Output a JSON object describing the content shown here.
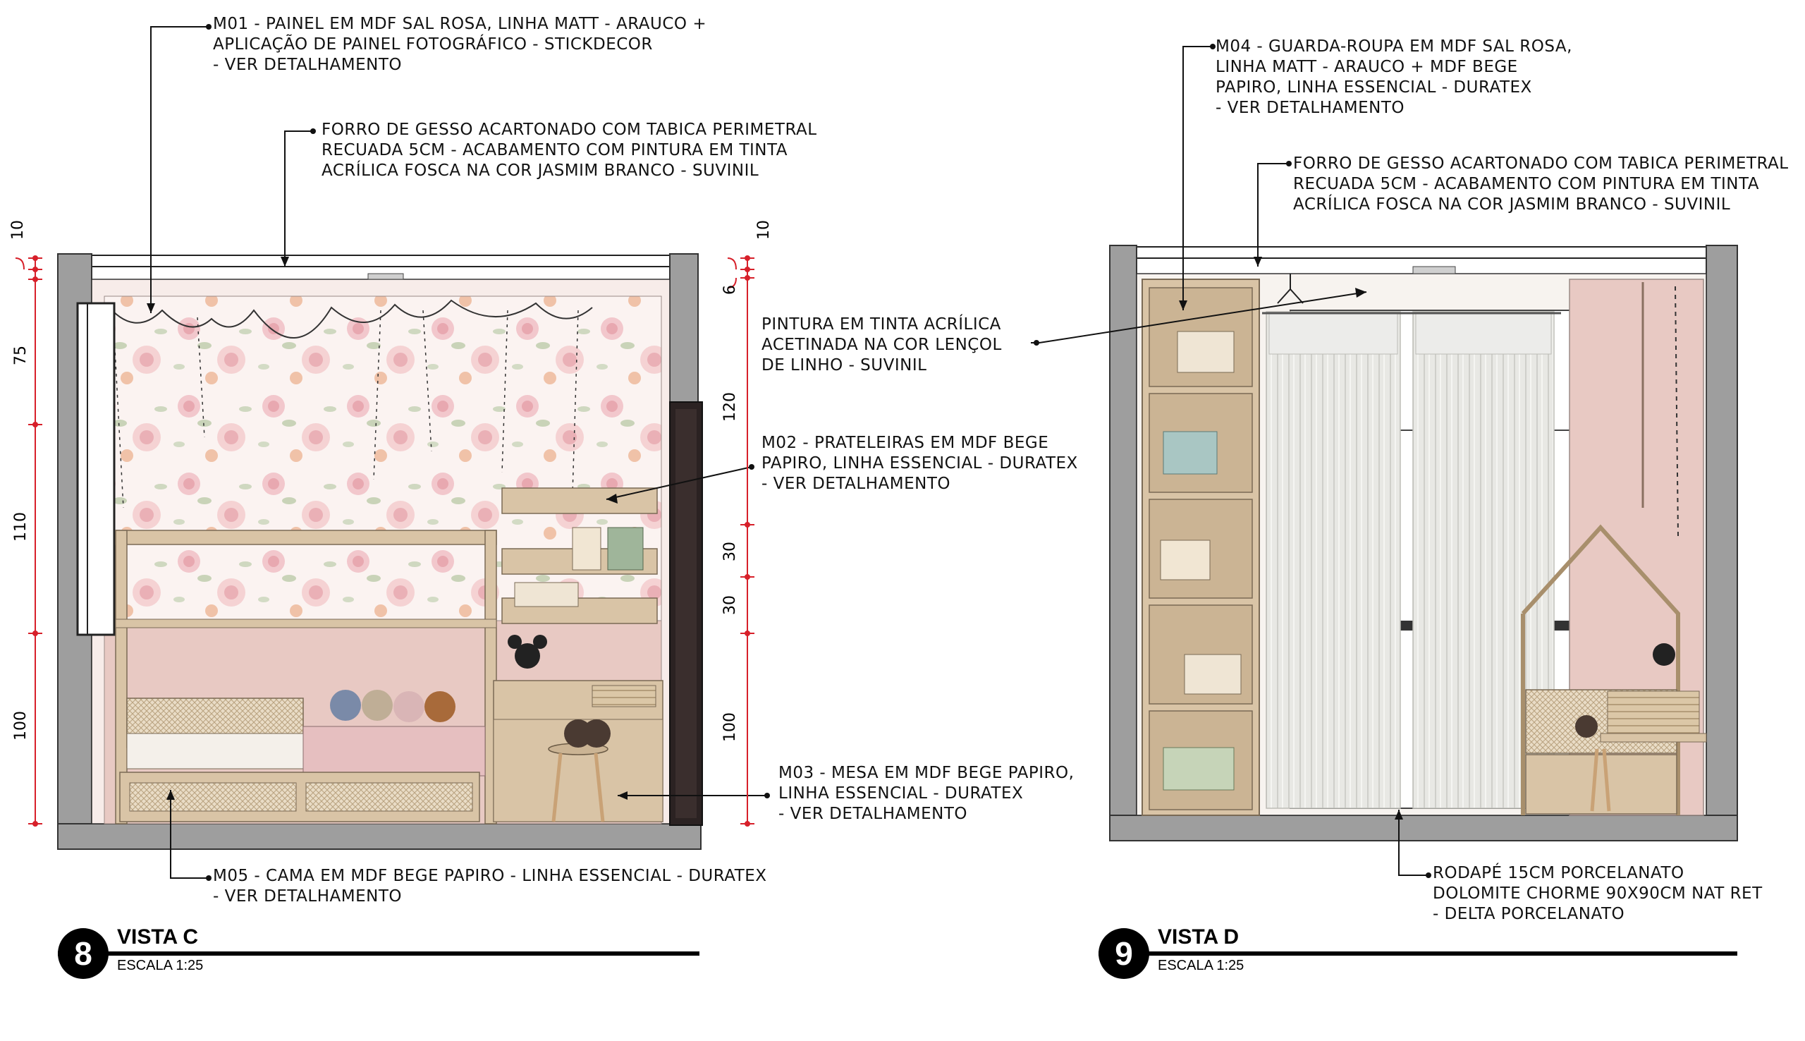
{
  "view_c": {
    "badge": "8",
    "title": "VISTA C",
    "scale": "ESCALA 1:25",
    "notes": {
      "m01": [
        "M01 - PAINEL EM MDF SAL ROSA, LINHA MATT - ARAUCO +",
        "APLICAÇÃO DE PAINEL FOTOGRÁFICO - STICKDECOR",
        "- VER DETALHAMENTO"
      ],
      "forro": [
        "FORRO DE GESSO ACARTONADO COM TABICA PERIMETRAL",
        "RECUADA 5CM - ACABAMENTO COM PINTURA EM TINTA",
        "ACRÍLICA FOSCA NA COR JASMIM BRANCO - SUVINIL"
      ],
      "pintura": [
        "PINTURA EM TINTA ACRÍLICA",
        "ACETINADA NA COR LENÇOL",
        "DE LINHO - SUVINIL"
      ],
      "m02": [
        "M02 - PRATELEIRAS EM MDF BEGE",
        "PAPIRO, LINHA ESSENCIAL - DURATEX",
        "- VER DETALHAMENTO"
      ],
      "m03": [
        "M03 - MESA EM MDF BEGE PAPIRO,",
        "LINHA ESSENCIAL - DURATEX",
        "- VER DETALHAMENTO"
      ],
      "m05": [
        "M05 - CAMA EM MDF BEGE PAPIRO - LINHA ESSENCIAL - DURATEX",
        "- VER DETALHAMENTO"
      ]
    },
    "dims_left": [
      "10",
      "75",
      "110",
      "100"
    ],
    "dims_right": [
      "10",
      "6",
      "120",
      "30",
      "30",
      "100"
    ]
  },
  "view_d": {
    "badge": "9",
    "title": "VISTA D",
    "scale": "ESCALA 1:25",
    "notes": {
      "m04": [
        "M04 - GUARDA-ROUPA EM MDF SAL ROSA,",
        "LINHA MATT - ARAUCO + MDF BEGE",
        "PAPIRO, LINHA ESSENCIAL - DURATEX",
        "- VER DETALHAMENTO"
      ],
      "forro": [
        "FORRO DE GESSO ACARTONADO COM TABICA PERIMETRAL",
        "RECUADA 5CM - ACABAMENTO COM PINTURA EM TINTA",
        "ACRÍLICA FOSCA NA COR JASMIM BRANCO - SUVINIL"
      ],
      "rodape": [
        "RODAPÉ 15CM PORCELANATO",
        "DOLOMITE CHORME 90X90CM NAT RET",
        "- DELTA PORCELANATO"
      ]
    }
  },
  "colors": {
    "wall_pink": "#e8c9c3",
    "mdf_beige": "#d9c4a6",
    "concrete": "#9e9e9e",
    "dimension_red": "#d7202a",
    "curtain": "#e6e6e2"
  }
}
